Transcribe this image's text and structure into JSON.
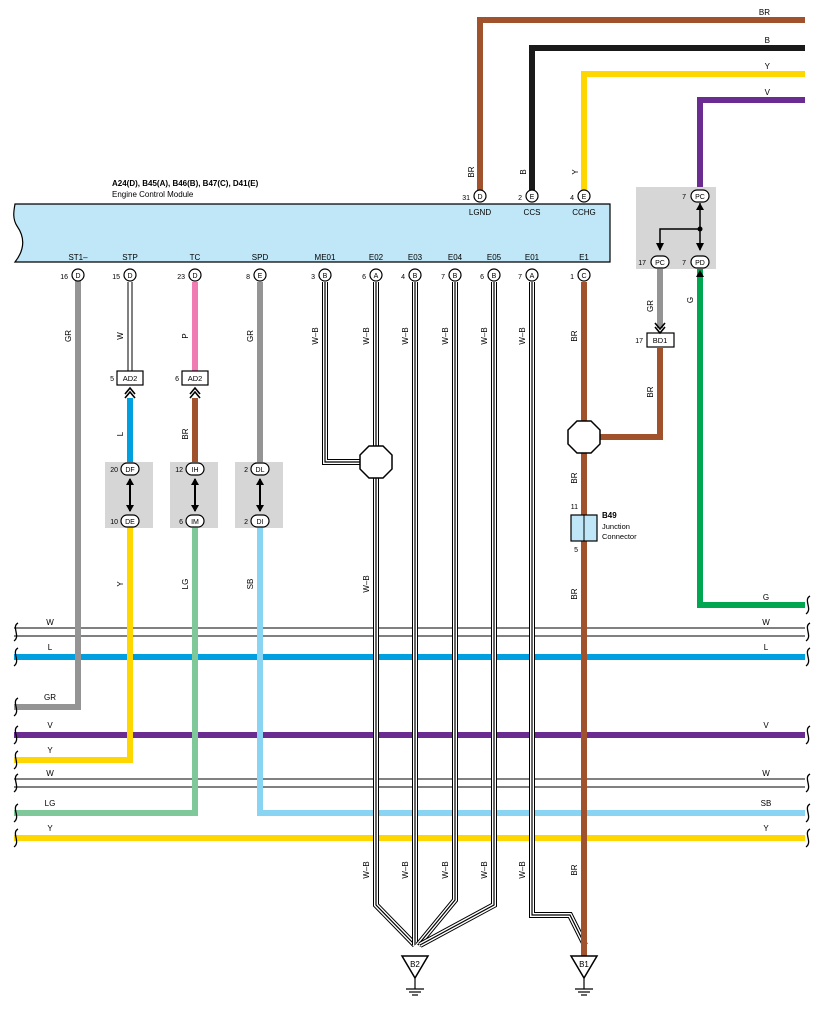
{
  "module": {
    "codes": "A24(D), B45(A), B46(B), B47(C), D41(E)",
    "name": "Engine Control Module",
    "top_pins": [
      {
        "num": "31",
        "conn": "D",
        "label": "LGND"
      },
      {
        "num": "2",
        "conn": "E",
        "label": "CCS"
      },
      {
        "num": "4",
        "conn": "E",
        "label": "CCHG"
      }
    ],
    "bottom_pins": [
      {
        "num": "16",
        "conn": "D",
        "label": "ST1–"
      },
      {
        "num": "15",
        "conn": "D",
        "label": "STP"
      },
      {
        "num": "23",
        "conn": "D",
        "label": "TC"
      },
      {
        "num": "8",
        "conn": "E",
        "label": "SPD"
      },
      {
        "num": "3",
        "conn": "B",
        "label": "ME01"
      },
      {
        "num": "6",
        "conn": "A",
        "label": "E02"
      },
      {
        "num": "4",
        "conn": "B",
        "label": "E03"
      },
      {
        "num": "7",
        "conn": "B",
        "label": "E04"
      },
      {
        "num": "6",
        "conn": "B",
        "label": "E05"
      },
      {
        "num": "7",
        "conn": "A",
        "label": "E01"
      },
      {
        "num": "1",
        "conn": "C",
        "label": "E1"
      }
    ]
  },
  "top_wires": [
    "BR",
    "B",
    "Y",
    "V"
  ],
  "wire_labels": {
    "st1": "GR",
    "stp": "W",
    "stp_low": "L",
    "stp_out": "Y",
    "tc": "P",
    "tc_low": "BR",
    "tc_out": "LG",
    "spd": "GR",
    "spd_out": "SB",
    "wb": "W–B",
    "e1": "BR",
    "pc": "GR",
    "bd1": "BR",
    "pd": "G"
  },
  "connectors": {
    "ad2_a": {
      "num": "5",
      "code": "AD2"
    },
    "ad2_b": {
      "num": "6",
      "code": "AD2"
    },
    "df": {
      "num": "20",
      "code": "DF"
    },
    "de": {
      "num": "10",
      "code": "DE"
    },
    "ih": {
      "num": "12",
      "code": "IH"
    },
    "im": {
      "num": "6",
      "code": "IM"
    },
    "dl": {
      "num": "2",
      "code": "DL"
    },
    "di": {
      "num": "2",
      "code": "DI"
    },
    "pc_top": {
      "num": "7",
      "code": "PC"
    },
    "pc_low": {
      "num": "17",
      "code": "PC"
    },
    "pd": {
      "num": "7",
      "code": "PD"
    },
    "bd1": {
      "num": "17",
      "code": "BD1"
    }
  },
  "junction": {
    "code": "B49",
    "name1": "Junction",
    "name2": "Connector",
    "pin_top": "11",
    "pin_bottom": "5"
  },
  "grounds": [
    {
      "label": "B2"
    },
    {
      "label": "B1"
    }
  ],
  "bus_lines": [
    {
      "left": "W",
      "right": "W"
    },
    {
      "left": "L",
      "right": "L"
    },
    {
      "left": "GR",
      "right": ""
    },
    {
      "left": "V",
      "right": "V"
    },
    {
      "left": "Y",
      "right": ""
    },
    {
      "left": "W",
      "right": "W"
    },
    {
      "left": "LG",
      "right": "SB"
    },
    {
      "left": "Y",
      "right": "Y"
    }
  ],
  "colors": {
    "BR": "#a0522d",
    "B": "#1a1a1a",
    "Y": "#ffd700",
    "V": "#6b2c91",
    "G": "#00a650",
    "GR": "#949494",
    "W": "#ffffff",
    "L": "#00a0e0",
    "P": "#f07cb4",
    "LG": "#7ec89a",
    "SB": "#88d4f2",
    "ecm": "#bfe7f7",
    "box": "#d6d6d6",
    "junction": "#bfe7f7"
  }
}
